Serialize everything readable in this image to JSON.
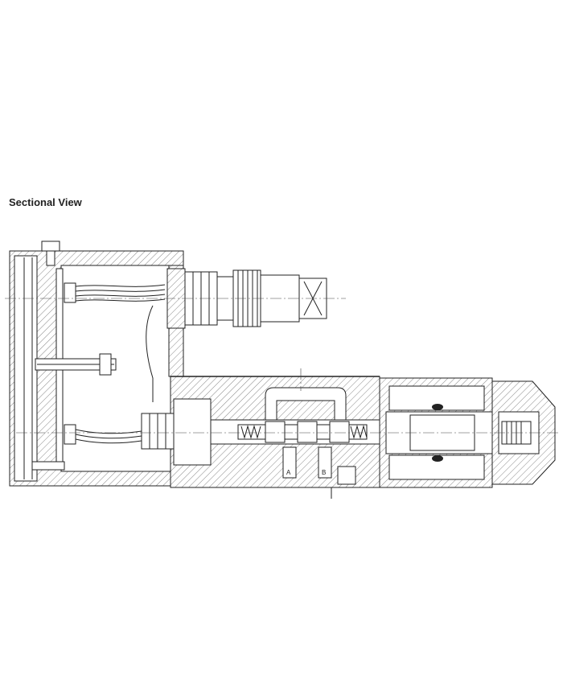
{
  "title": "Sectional View",
  "labels": {
    "port_a": "A",
    "port_b": "B"
  }
}
